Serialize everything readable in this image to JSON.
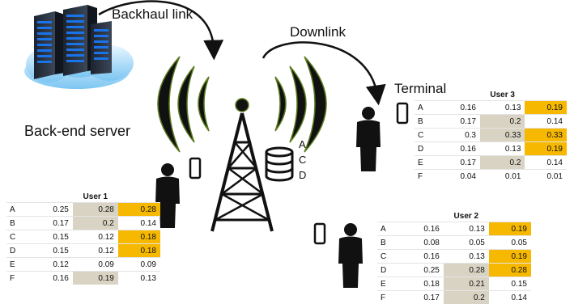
{
  "labels": {
    "backhaul": "Backhaul link",
    "downlink": "Downlink",
    "server": "Back-end server",
    "terminal": "Terminal"
  },
  "base_station_cache": [
    "A",
    "C",
    "D"
  ],
  "colors": {
    "highlight_gray": "#d9d3c4",
    "highlight_orange": "#f6b800",
    "antenna_green": "#5a7a1e",
    "server_blue": "#1a73e8"
  },
  "icons": [
    "server-rack-icon",
    "cloud-icon",
    "antenna-tower-icon",
    "database-icon",
    "person-icon",
    "smartphone-icon",
    "arrow-icon"
  ],
  "users": [
    {
      "title": "User 1",
      "rows": [
        {
          "item": "A",
          "vals": [
            "0.25",
            "0.28",
            "0.28"
          ],
          "hl": [
            "",
            "gray",
            "orange"
          ]
        },
        {
          "item": "B",
          "vals": [
            "0.17",
            "0.2",
            "0.14"
          ],
          "hl": [
            "",
            "gray",
            ""
          ]
        },
        {
          "item": "C",
          "vals": [
            "0.15",
            "0.12",
            "0.18"
          ],
          "hl": [
            "",
            "",
            "orange"
          ]
        },
        {
          "item": "D",
          "vals": [
            "0.15",
            "0.12",
            "0.18"
          ],
          "hl": [
            "",
            "",
            "orange"
          ]
        },
        {
          "item": "E",
          "vals": [
            "0.12",
            "0.09",
            "0.09"
          ],
          "hl": [
            "",
            "",
            ""
          ]
        },
        {
          "item": "F",
          "vals": [
            "0.16",
            "0.19",
            "0.13"
          ],
          "hl": [
            "",
            "gray",
            ""
          ]
        }
      ]
    },
    {
      "title": "User 2",
      "rows": [
        {
          "item": "A",
          "vals": [
            "0.16",
            "0.13",
            "0.19"
          ],
          "hl": [
            "",
            "",
            "orange"
          ]
        },
        {
          "item": "B",
          "vals": [
            "0.08",
            "0.05",
            "0.05"
          ],
          "hl": [
            "",
            "",
            ""
          ]
        },
        {
          "item": "C",
          "vals": [
            "0.16",
            "0.13",
            "0.19"
          ],
          "hl": [
            "",
            "",
            "orange"
          ]
        },
        {
          "item": "D",
          "vals": [
            "0.25",
            "0.28",
            "0.28"
          ],
          "hl": [
            "",
            "gray",
            "orange"
          ]
        },
        {
          "item": "E",
          "vals": [
            "0.18",
            "0.21",
            "0.15"
          ],
          "hl": [
            "",
            "gray",
            ""
          ]
        },
        {
          "item": "F",
          "vals": [
            "0.17",
            "0.2",
            "0.14"
          ],
          "hl": [
            "",
            "gray",
            ""
          ]
        }
      ]
    },
    {
      "title": "User 3",
      "rows": [
        {
          "item": "A",
          "vals": [
            "0.16",
            "0.13",
            "0.19"
          ],
          "hl": [
            "",
            "",
            "orange"
          ]
        },
        {
          "item": "B",
          "vals": [
            "0.17",
            "0.2",
            "0.14"
          ],
          "hl": [
            "",
            "gray",
            ""
          ]
        },
        {
          "item": "C",
          "vals": [
            "0.3",
            "0.33",
            "0.33"
          ],
          "hl": [
            "",
            "gray",
            "orange"
          ]
        },
        {
          "item": "D",
          "vals": [
            "0.16",
            "0.13",
            "0.19"
          ],
          "hl": [
            "",
            "",
            "orange"
          ]
        },
        {
          "item": "E",
          "vals": [
            "0.17",
            "0.2",
            "0.14"
          ],
          "hl": [
            "",
            "gray",
            ""
          ]
        },
        {
          "item": "F",
          "vals": [
            "0.04",
            "0.01",
            "0.01"
          ],
          "hl": [
            "",
            "",
            ""
          ]
        }
      ]
    }
  ]
}
